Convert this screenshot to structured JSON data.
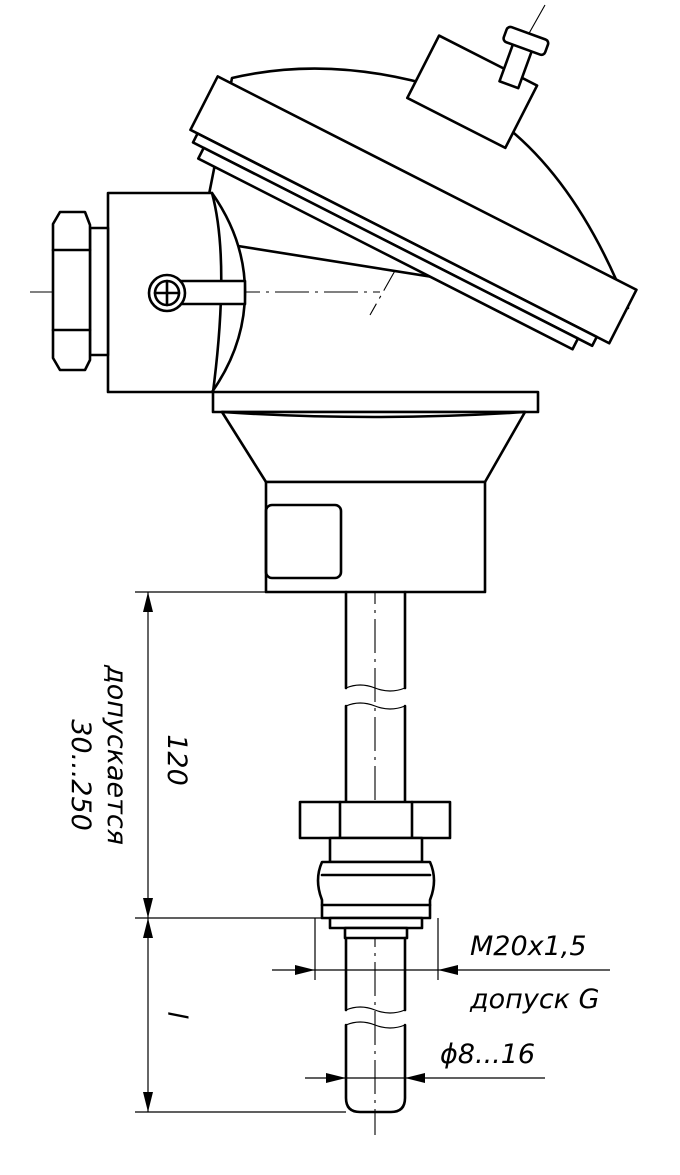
{
  "drawing": {
    "dimensions": {
      "length_upper": "120",
      "length_upper_tolerance_line1": "допускается",
      "length_upper_tolerance_line2": "30...250",
      "length_lower": "l",
      "thread_size": "M20x1,5",
      "thread_tolerance": "допуск G",
      "diameter": "ϕ8...16"
    }
  }
}
